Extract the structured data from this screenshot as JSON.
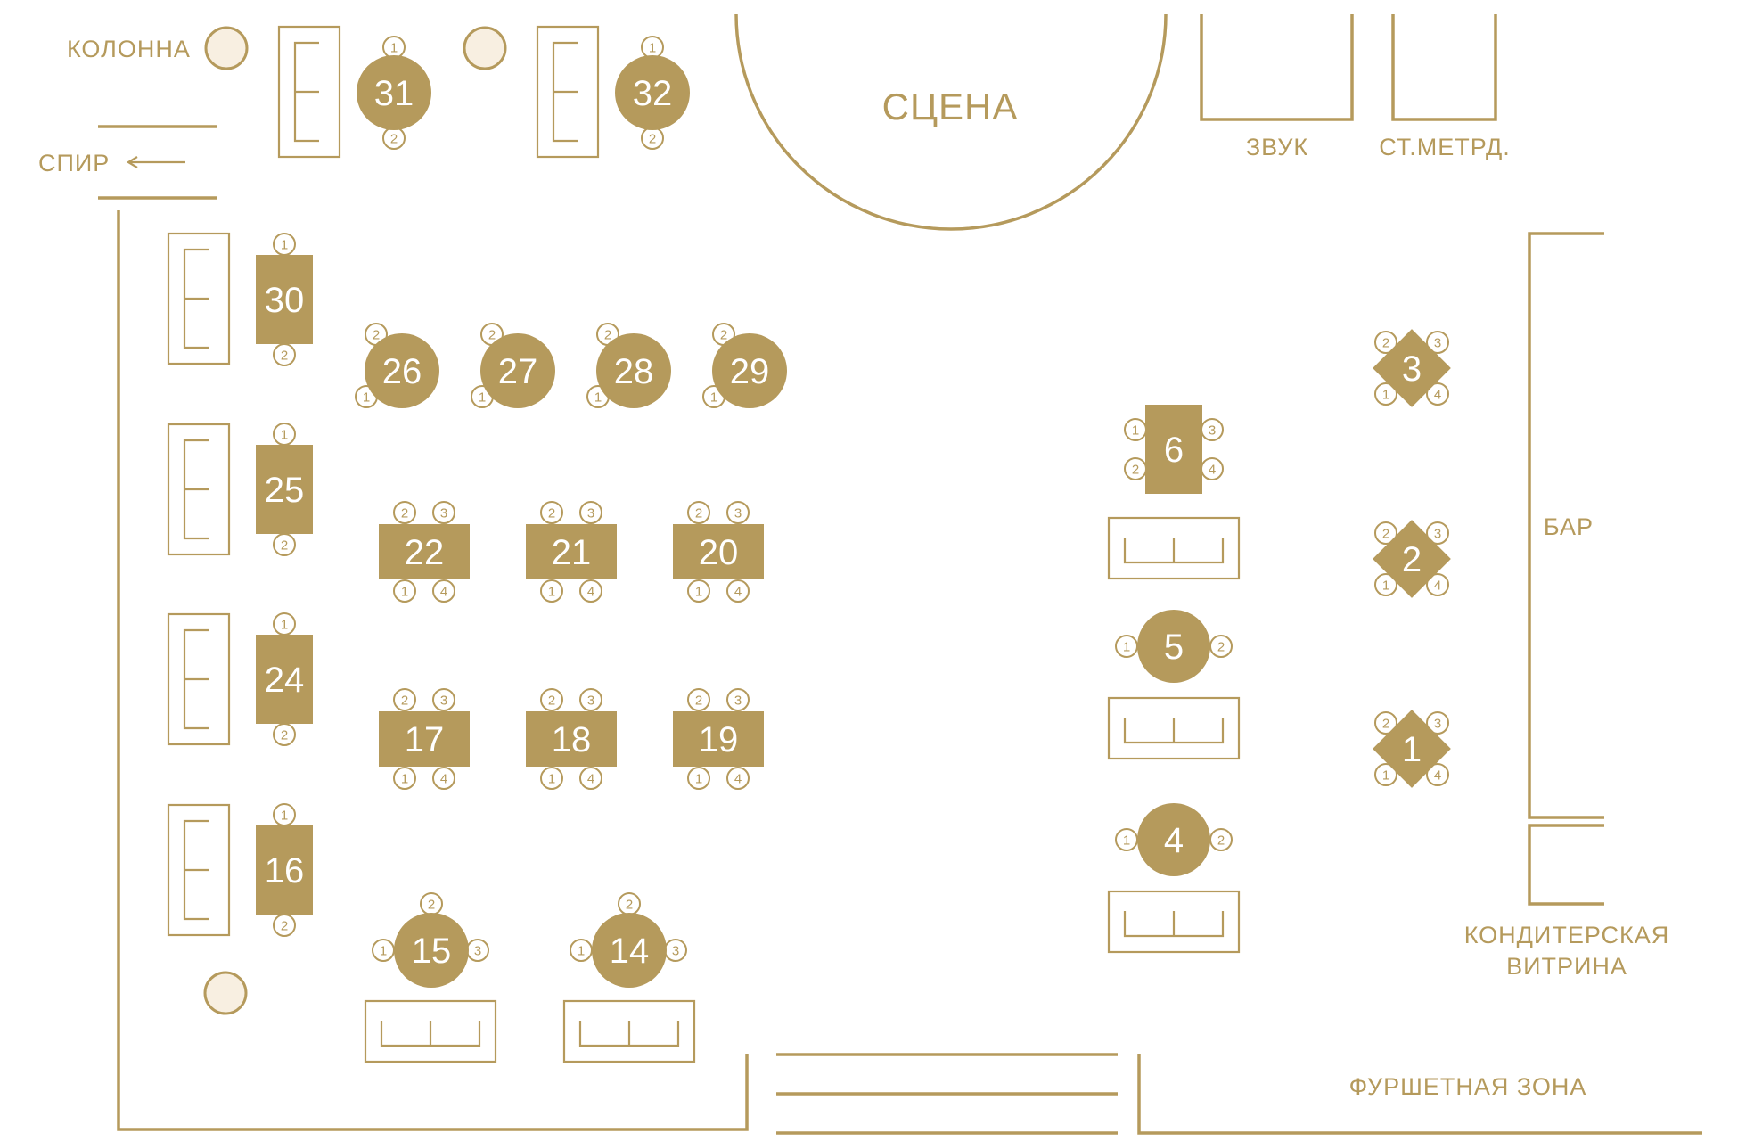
{
  "labels": {
    "column": "КОЛОННА",
    "spir": "СПИР",
    "stage": "СЦЕНА",
    "sound": "ЗВУК",
    "head_waiter": "СТ.МЕТРД.",
    "bar": "БАР",
    "pastry_line1": "КОНДИТЕРСКАЯ",
    "pastry_line2": "ВИТРИНА",
    "buffet": "ФУРШЕТНАЯ ЗОНА"
  },
  "colors": {
    "accent": "#b59a5c",
    "column_fill": "#f8efe1",
    "background": "#ffffff"
  },
  "tables": [
    {
      "number": "1",
      "shape": "diamond",
      "seats": [
        "1",
        "2",
        "3",
        "4"
      ]
    },
    {
      "number": "2",
      "shape": "diamond",
      "seats": [
        "1",
        "2",
        "3",
        "4"
      ]
    },
    {
      "number": "3",
      "shape": "diamond",
      "seats": [
        "1",
        "2",
        "3",
        "4"
      ]
    },
    {
      "number": "4",
      "shape": "round",
      "seats": [
        "1",
        "2"
      ]
    },
    {
      "number": "5",
      "shape": "round",
      "seats": [
        "1",
        "2"
      ]
    },
    {
      "number": "6",
      "shape": "rect",
      "seats": [
        "1",
        "2",
        "3",
        "4"
      ]
    },
    {
      "number": "14",
      "shape": "round",
      "seats": [
        "1",
        "2",
        "3"
      ]
    },
    {
      "number": "15",
      "shape": "round",
      "seats": [
        "1",
        "2",
        "3"
      ]
    },
    {
      "number": "16",
      "shape": "rect",
      "seats": [
        "1",
        "2"
      ]
    },
    {
      "number": "17",
      "shape": "rect",
      "seats": [
        "1",
        "2",
        "3",
        "4"
      ]
    },
    {
      "number": "18",
      "shape": "rect",
      "seats": [
        "1",
        "2",
        "3",
        "4"
      ]
    },
    {
      "number": "19",
      "shape": "rect",
      "seats": [
        "1",
        "2",
        "3",
        "4"
      ]
    },
    {
      "number": "20",
      "shape": "rect",
      "seats": [
        "1",
        "2",
        "3",
        "4"
      ]
    },
    {
      "number": "21",
      "shape": "rect",
      "seats": [
        "1",
        "2",
        "3",
        "4"
      ]
    },
    {
      "number": "22",
      "shape": "rect",
      "seats": [
        "1",
        "2",
        "3",
        "4"
      ]
    },
    {
      "number": "24",
      "shape": "rect",
      "seats": [
        "1",
        "2"
      ]
    },
    {
      "number": "25",
      "shape": "rect",
      "seats": [
        "1",
        "2"
      ]
    },
    {
      "number": "26",
      "shape": "round",
      "seats": [
        "1",
        "2"
      ]
    },
    {
      "number": "27",
      "shape": "round",
      "seats": [
        "1",
        "2"
      ]
    },
    {
      "number": "28",
      "shape": "round",
      "seats": [
        "1",
        "2"
      ]
    },
    {
      "number": "29",
      "shape": "round",
      "seats": [
        "1",
        "2"
      ]
    },
    {
      "number": "30",
      "shape": "rect",
      "seats": [
        "1",
        "2"
      ]
    },
    {
      "number": "31",
      "shape": "round",
      "seats": [
        "1",
        "2"
      ]
    },
    {
      "number": "32",
      "shape": "round",
      "seats": [
        "1",
        "2"
      ]
    }
  ]
}
